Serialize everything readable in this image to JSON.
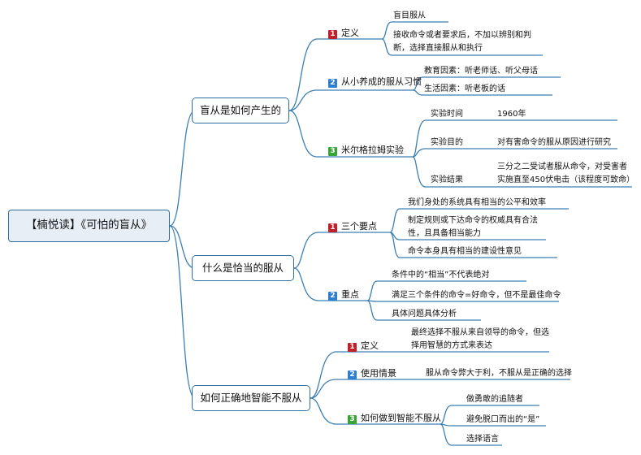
{
  "root": {
    "title": "【楠悦读】《可怕的盲从》"
  },
  "colors": {
    "line": "#3c7fb3",
    "badge1": "#c0202a",
    "badge2": "#2e7fd0",
    "badge3": "#3aa335"
  },
  "branches": [
    {
      "title": "盲从是如何产生的",
      "children": [
        {
          "num": "1",
          "label": "定义",
          "leaves": [
            "盲目服从",
            "接收命令或者要求后，不加以辨别和判断，选择直接服从和执行"
          ]
        },
        {
          "num": "2",
          "label": "从小养成的服从习惯",
          "leaves": [
            "教育因素：听老师话、听父母话",
            "生活因素：听老板的话"
          ]
        },
        {
          "num": "3",
          "label": "米尔格拉姆实验",
          "groups": [
            {
              "label": "实验时间",
              "value": "1960年"
            },
            {
              "label": "实验目的",
              "value": "对有害命令的服从原因进行研究"
            },
            {
              "label": "实验结果",
              "value": "三分之二受试者服从命令，对受害者实施直至450伏电击（该程度可致命）"
            }
          ]
        }
      ]
    },
    {
      "title": "什么是恰当的服从",
      "children": [
        {
          "num": "1",
          "label": "三个要点",
          "leaves": [
            "我们身处的系统具有相当的公平和效率",
            "制定规则或下达命令的权威具有合法性，且具备相当能力",
            "命令本身具有相当的建设性意见"
          ]
        },
        {
          "num": "2",
          "label": "重点",
          "leaves": [
            "条件中的“相当”不代表绝对",
            "满足三个条件的命令=好命令，但不是最佳命令",
            "具体问题具体分析"
          ]
        }
      ]
    },
    {
      "title": "如何正确地智能不服从",
      "children": [
        {
          "num": "1",
          "label": "定义",
          "leaves": [
            "最终选择不服从来自领导的命令，但选择用智慧的方式来表达"
          ]
        },
        {
          "num": "2",
          "label": "使用情景",
          "leaves": [
            "服从命令弊大于利，不服从是正确的选择"
          ]
        },
        {
          "num": "3",
          "label": "如何做到智能不服从",
          "leaves": [
            "做勇敢的追随者",
            "避免脱口而出的“是”",
            "选择语言"
          ]
        }
      ]
    }
  ]
}
